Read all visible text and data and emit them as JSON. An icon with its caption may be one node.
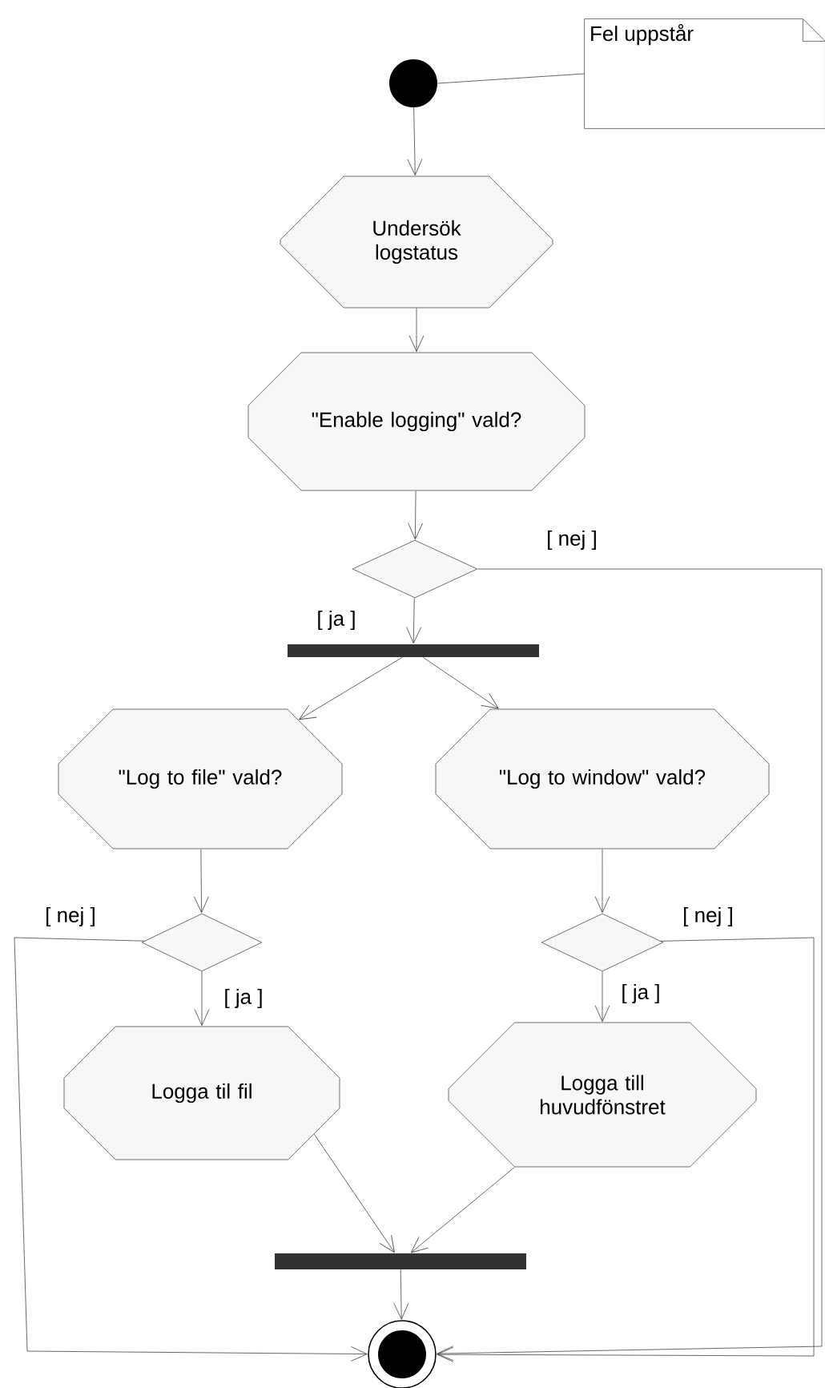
{
  "diagram": {
    "nodes": [
      {
        "text": [
          "Fel uppstår"
        ]
      },
      {
        "text": [],
        "shape": "circle"
      },
      {
        "text": [
          "Undersök logstatus"
        ]
      },
      {
        "text": [
          "\"Enable logging\" vald?"
        ]
      },
      {
        "text": [],
        "shape": "diamond"
      },
      {
        "text": [],
        "shape": "bar"
      },
      {
        "text": [
          "\"Log to file\" vald?"
        ]
      },
      {
        "text": [
          "\"Log to window\" vald?"
        ]
      },
      {
        "text": [],
        "shape": "diamond"
      },
      {
        "text": [],
        "shape": "diamond"
      },
      {
        "text": [
          "Logga til fil"
        ]
      },
      {
        "text": [
          "Logga till huvudfönstret"
        ]
      },
      {
        "text": [],
        "shape": "bar"
      },
      {
        "text": [],
        "shape": "circle"
      }
    ],
    "edges": [
      {
        "from": 1,
        "to": 0,
        "arrow": "none"
      },
      {
        "from": 1,
        "to": 2,
        "arrow": "to"
      },
      {
        "from": 2,
        "to": 3,
        "arrow": "to"
      },
      {
        "from": 3,
        "to": 4,
        "arrow": "to"
      },
      {
        "from": 4,
        "to": 5,
        "arrow": "to",
        "label": "[ ja ]"
      },
      {
        "from": 4,
        "to": 13,
        "arrow": "to",
        "label": "[ nej ]"
      },
      {
        "from": 5,
        "to": 6,
        "arrow": "to"
      },
      {
        "from": 5,
        "to": 7,
        "arrow": "to"
      },
      {
        "from": 6,
        "to": 8,
        "arrow": "to"
      },
      {
        "from": 7,
        "to": 9,
        "arrow": "to"
      },
      {
        "from": 8,
        "to": 10,
        "arrow": "to",
        "label": "[ ja ]"
      },
      {
        "from": 8,
        "to": 13,
        "arrow": "to",
        "label": "[ nej ]"
      },
      {
        "from": 9,
        "to": 11,
        "arrow": "to",
        "label": "[ ja ]"
      },
      {
        "from": 9,
        "to": 13,
        "arrow": "to",
        "label": "[ nej ]"
      },
      {
        "from": 10,
        "to": 12,
        "arrow": "to"
      },
      {
        "from": 11,
        "to": 12,
        "arrow": "to"
      },
      {
        "from": 12,
        "to": 13,
        "arrow": "to"
      }
    ]
  }
}
